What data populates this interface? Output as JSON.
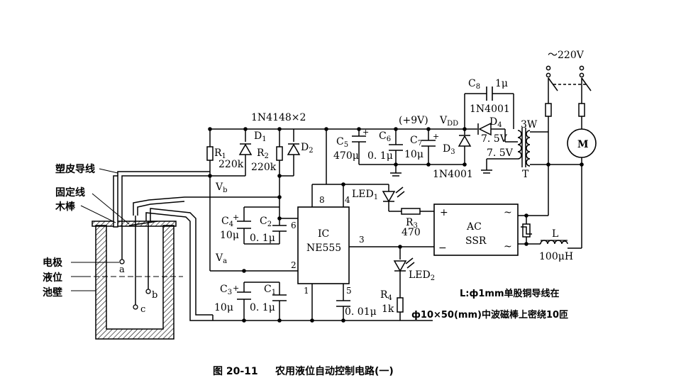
{
  "caption": {
    "figure_no": "图 20-11",
    "title": "农用液位自动控制电路(一)"
  },
  "tank_labels": {
    "plastic_wire": "塑皮导线",
    "fixed_wire": "固定线",
    "wood_rod": "木棒",
    "electrode": "电极",
    "liquid_level": "液位",
    "tank_wall": "池壁"
  },
  "electrodes": {
    "a": "a",
    "b": "b",
    "c": "c"
  },
  "diodes_header": "1N4148×2",
  "components": {
    "R1": "R",
    "R1_sub": "1",
    "R1_val": "220k",
    "R2": "R",
    "R2_sub": "2",
    "R2_val": "220k",
    "D1": "D",
    "D1_sub": "1",
    "D2": "D",
    "D2_sub": "2",
    "Vb": "V",
    "Vb_sub": "b",
    "Va": "V",
    "Va_sub": "a",
    "C4": "C",
    "C4_sub": "4",
    "C4_val": "10μ",
    "C2": "C",
    "C2_sub": "2",
    "C2_val": "0. 1μ",
    "C3": "C",
    "C3_sub": "3",
    "C3_val": "10μ",
    "C1": "C",
    "C1_sub": "1",
    "C1_val": "0. 1μ",
    "C5": "C",
    "C5_sub": "5",
    "C5_val": "470μ",
    "C6": "C",
    "C6_sub": "6",
    "C6_val": "0. 1μ",
    "C7": "C",
    "C7_sub": "7",
    "C7_val": "10μ",
    "C8": "C",
    "C8_sub": "8",
    "C8_val": "1μ",
    "C10_val": "0. 01μ",
    "supply": "(+9V)",
    "vdd": "V",
    "vdd_sub": "DD",
    "D3": "D",
    "D3_sub": "3",
    "D3_part": "1N4001",
    "D4": "D",
    "D4_sub": "4",
    "D4_part": "1N4001",
    "t_v1": "7. 5V",
    "t_v2": "7. 5V",
    "t_power": "3W",
    "t_name": "T",
    "mains": "～220V",
    "motor": "M",
    "led1": "LED",
    "led1_sub": "1",
    "led2": "LED",
    "led2_sub": "2",
    "R3": "R",
    "R3_sub": "3",
    "R3_val": "470",
    "R4": "R",
    "R4_sub": "4",
    "R4_val": "1k",
    "ic_name": "IC",
    "ic_part": "NE555",
    "pin8": "8",
    "pin4": "4",
    "pin6": "6",
    "pin2": "2",
    "pin1": "1",
    "pin5": "5",
    "pin3": "3",
    "ssr_line1": "AC",
    "ssr_line2": "SSR",
    "ssr_plus": "+",
    "ssr_minus": "−",
    "ssr_ac1": "~",
    "ssr_ac2": "~",
    "inductor": "L",
    "inductor_val": "100μH"
  },
  "notes": {
    "line1": "L:ф1mm单股铜导线在",
    "line2": "ф10×50(mm)中波磁棒上密绕10匝"
  }
}
